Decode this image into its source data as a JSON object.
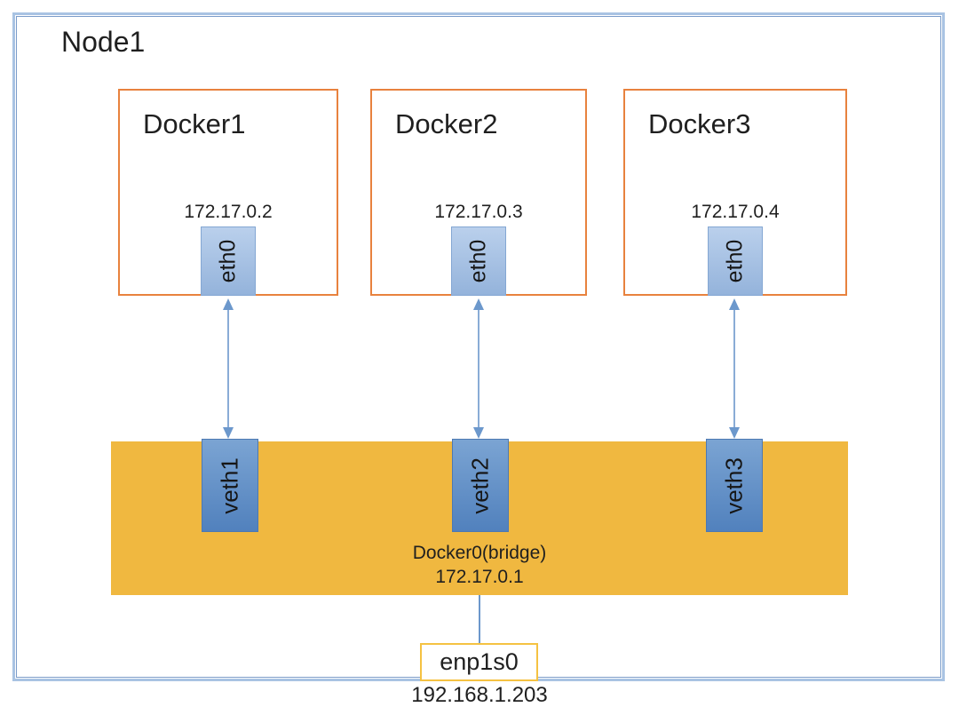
{
  "node": {
    "title": "Node1"
  },
  "containers": [
    {
      "name": "Docker1",
      "interface": "eth0",
      "ip": "172.17.0.2",
      "veth": "veth1"
    },
    {
      "name": "Docker2",
      "interface": "eth0",
      "ip": "172.17.0.3",
      "veth": "veth2"
    },
    {
      "name": "Docker3",
      "interface": "eth0",
      "ip": "172.17.0.4",
      "veth": "veth3"
    }
  ],
  "bridge": {
    "label": "Docker0(bridge)",
    "ip": "172.17.0.1"
  },
  "host_interface": {
    "label": "enp1s0",
    "ip": "192.168.1.203"
  },
  "colors": {
    "node-border": "#a9c3e3",
    "container-border": "#e8823e",
    "bridge-fill": "#f0b840",
    "eth-top": "#bad0ec",
    "eth-bottom": "#94b3db",
    "veth-top": "#7ba4d3",
    "veth-bottom": "#5181bd",
    "arrow-blue": "#6c98cc",
    "enp-border": "#f5c242",
    "text": "#1f1f1f"
  }
}
